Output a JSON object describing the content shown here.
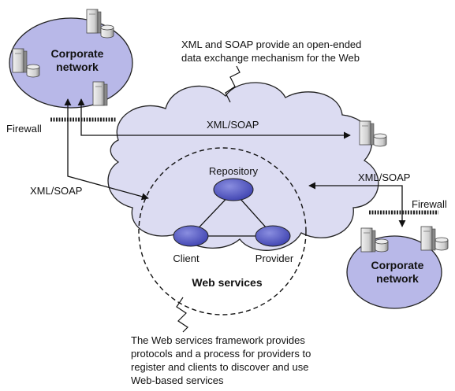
{
  "corporate_network_top": {
    "line1": "Corporate",
    "line2": "network"
  },
  "corporate_network_bottom": {
    "line1": "Corporate",
    "line2": "network"
  },
  "firewall_left": "Firewall",
  "firewall_right": "Firewall",
  "xml_soap_top": "XML/SOAP",
  "xml_soap_left": "XML/SOAP",
  "xml_soap_right": "XML/SOAP",
  "web_services": {
    "repository": "Repository",
    "client": "Client",
    "provider": "Provider",
    "title": "Web services"
  },
  "callout_top": {
    "line1": "XML and SOAP provide an open-ended",
    "line2": "data exchange mechanism for the Web"
  },
  "callout_bottom": {
    "line1": "The Web services framework provides",
    "line2": "protocols and a process for providers to",
    "line3": "register and clients to discover and use",
    "line4": "Web-based services"
  },
  "colors": {
    "network_fill": "#b8b8e8",
    "cloud_fill": "#dcdcf2",
    "node_fill": "#5a5ec8",
    "server_light": "#e4e4e4",
    "server_dark": "#9a9a9a",
    "line": "#111111"
  },
  "icons": [
    "server-icon",
    "database-icon"
  ]
}
